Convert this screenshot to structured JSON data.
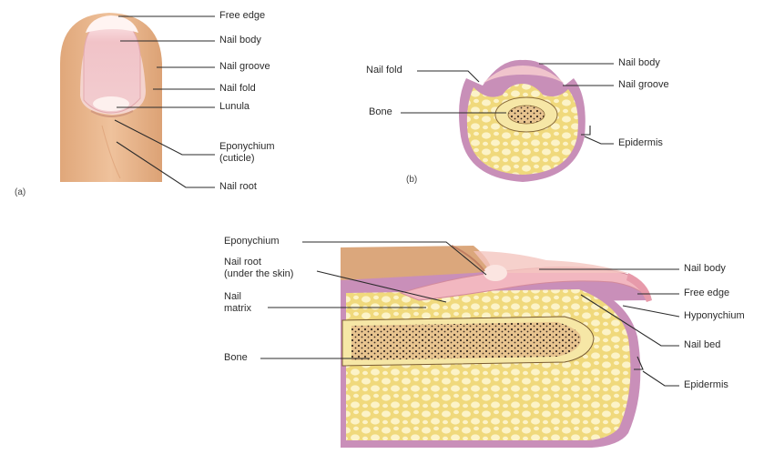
{
  "panels": {
    "a": "(a)",
    "b": "(b)"
  },
  "labels_a": {
    "free_edge": "Free edge",
    "nail_body": "Nail body",
    "nail_groove": "Nail groove",
    "nail_fold": "Nail fold",
    "lunula": "Lunula",
    "eponychium_1": "Eponychium",
    "eponychium_2": "(cuticle)",
    "nail_root": "Nail root"
  },
  "labels_b": {
    "nail_fold": "Nail fold",
    "nail_body": "Nail body",
    "nail_groove": "Nail groove",
    "bone": "Bone",
    "epidermis": "Epidermis"
  },
  "labels_c": {
    "eponychium": "Eponychium",
    "nail_root_1": "Nail root",
    "nail_root_2": "(under the skin)",
    "nail_matrix_1": "Nail",
    "nail_matrix_2": "matrix",
    "bone": "Bone",
    "nail_body": "Nail body",
    "free_edge": "Free edge",
    "hyponychium": "Hyponychium",
    "nail_bed": "Nail bed",
    "epidermis": "Epidermis"
  },
  "colors": {
    "skin": "#e9b98f",
    "skin_shadow": "#d9a273",
    "nail_pink": "#f2c4c8",
    "nail_edge": "#fbe7e6",
    "epidermis": "#c98fb9",
    "bone_fill": "#f3df8a",
    "bone_cell": "#fbf1c2",
    "leader": "#2b2b2b"
  }
}
